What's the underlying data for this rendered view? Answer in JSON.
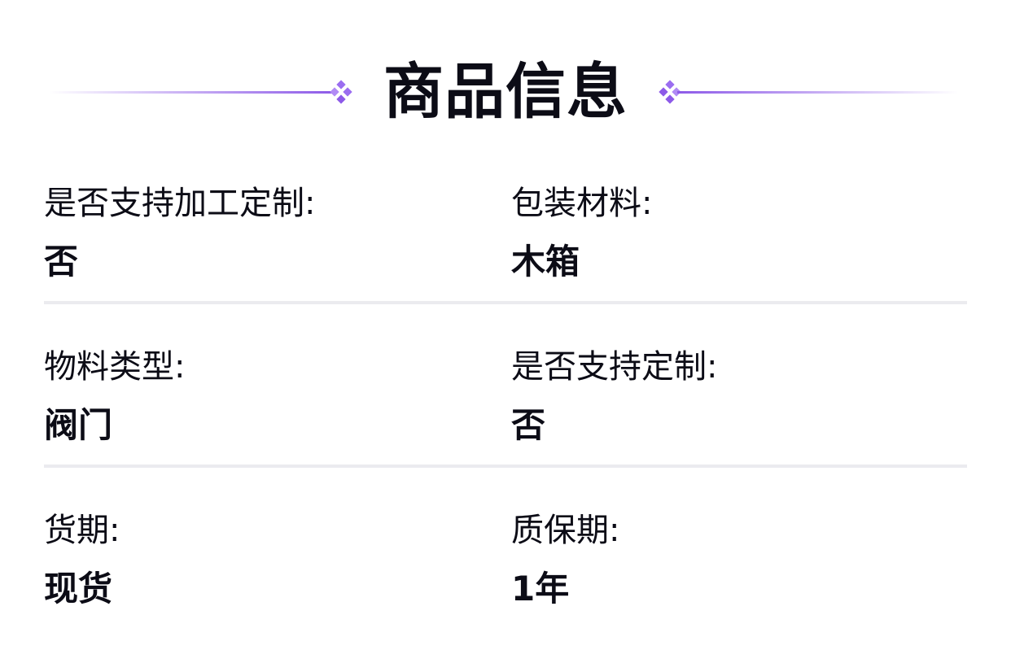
{
  "header": {
    "title": "商品信息",
    "accent_color": "#8d5ae8",
    "decoration_icon": "diamond-cluster-icon"
  },
  "info": {
    "rows": [
      {
        "items": [
          {
            "label": "是否支持加工定制:",
            "value": "否"
          },
          {
            "label": "包装材料:",
            "value": "木箱"
          }
        ]
      },
      {
        "items": [
          {
            "label": "物料类型:",
            "value": "阀门"
          },
          {
            "label": "是否支持定制:",
            "value": "否"
          }
        ]
      },
      {
        "items": [
          {
            "label": "货期:",
            "value": "现货"
          },
          {
            "label": "质保期:",
            "value": "1年"
          }
        ]
      }
    ]
  }
}
